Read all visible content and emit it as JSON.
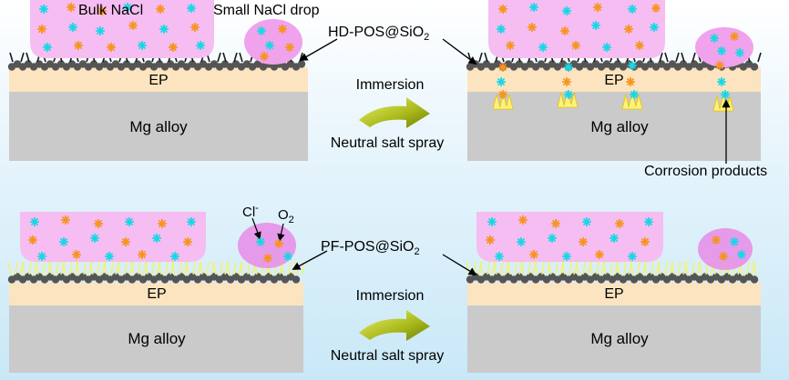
{
  "labels": {
    "bulk_nacl": "Bulk NaCl",
    "small_nacl_drop": "Small NaCl drop",
    "hd_pos": "HD-POS@SiO",
    "pf_pos": "PF-POS@SiO",
    "sub_2": "2",
    "ep": "EP",
    "mg_alloy": "Mg alloy",
    "immersion": "Immersion",
    "neutral_salt_spray": "Neutral salt spray",
    "corrosion_products": "Corrosion products",
    "chloride": "Cl",
    "chloride_charge": "-",
    "oxygen": "O",
    "oxygen_sub": "2"
  },
  "colors": {
    "nacl_fill": "#f5bdf1",
    "drop_fill": "#e88be6",
    "ep_fill": "#fbe4bf",
    "mg_fill": "#cacaca",
    "particle": "#555555",
    "chloride_ion": "#18d7e6",
    "oxygen_molecule": "#f7941d",
    "hd_chain": "#1a1a1a",
    "pf_chain": "#f4f26a",
    "arrow_green": "#8a9a12",
    "corrosion": "#fff27a"
  },
  "icons": {
    "chloride_ion": "cyan-star-icon",
    "oxygen_molecule": "orange-star-icon",
    "process_arrow": "curved-green-arrow-icon",
    "pointer_arrow": "black-arrow-icon"
  }
}
